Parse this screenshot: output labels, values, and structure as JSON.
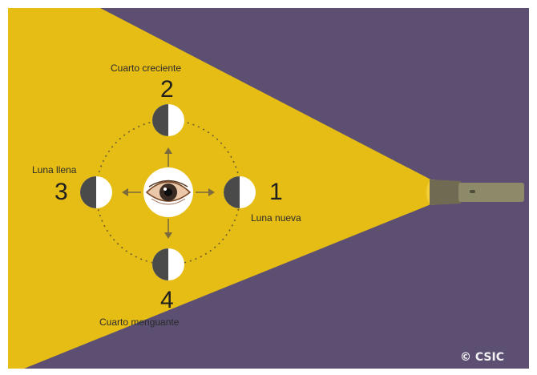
{
  "labels": {
    "first_quarter": "Cuarto creciente",
    "full_moon": "Luna llena",
    "new_moon": "Luna nueva",
    "last_quarter": "Cuarto menguante"
  },
  "numbers": {
    "first_quarter": "2",
    "full_moon": "3",
    "new_moon": "1",
    "last_quarter": "4"
  },
  "credit": "© CSIC",
  "colors": {
    "background": "#5c4f72",
    "light_beam": "#e6bd14",
    "moon_dark": "#4a4a4a",
    "moon_light": "#ffffff",
    "flashlight_body": "#8c8a68"
  },
  "icons": {
    "center": "eye-icon",
    "light_source": "flashlight-icon"
  }
}
